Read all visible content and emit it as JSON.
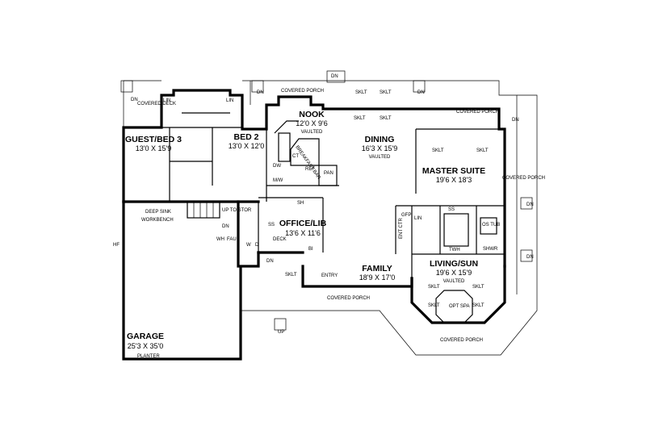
{
  "rooms": {
    "nook": {
      "name": "NOOK",
      "dims": "12'0 X 9'6",
      "note": "VAULTED"
    },
    "guest_bed3": {
      "name": "GUEST/BED 3",
      "dims": "13'0 X 15'9"
    },
    "bed2": {
      "name": "BED 2",
      "dims": "13'0 X 12'0"
    },
    "dining": {
      "name": "DINING",
      "dims": "16'3 X 15'9",
      "note": "VAULTED"
    },
    "master_suite": {
      "name": "MASTER SUITE",
      "dims": "19'6 X 18'3"
    },
    "office_lib": {
      "name": "OFFICE/LIB",
      "dims": "13'6 X 11'6"
    },
    "family": {
      "name": "FAMILY",
      "dims": "18'9 X 17'0"
    },
    "living_sun": {
      "name": "LIVING/SUN",
      "dims": "19'6 X 15'9",
      "note": "VAULTED"
    },
    "garage": {
      "name": "GARAGE",
      "dims": "25'3 X 35'0"
    }
  },
  "labels": {
    "covered_porch": "COVERED PORCH",
    "covered_deck": "COVERED DECK",
    "deck": "DECK",
    "entry": "ENTRY",
    "dn": "DN",
    "up": "UP",
    "up_to_stor": "UP TO STOR",
    "sklt": "SKLT",
    "lin": "LIN",
    "deep_sink": "DEEP SINK",
    "workbench": "WORKBENCH",
    "hf": "HF",
    "planter": "PLANTER",
    "wh": "WH",
    "fau": "FAU",
    "w": "W",
    "d": "D",
    "ss": "SS",
    "sh": "SH",
    "bi": "BI",
    "pan": "PAN",
    "ref": "REF",
    "dw": "DW",
    "mw": "M/W",
    "ct": "CT",
    "breakfast_bar": "BREAKFAST BAR",
    "opt_spa": "OPT SPA",
    "os_tub": "OS TUB",
    "shwr": "SHWR",
    "twh": "TWH",
    "ent_ctr": "ENT CTR",
    "gfp": "GFP"
  }
}
